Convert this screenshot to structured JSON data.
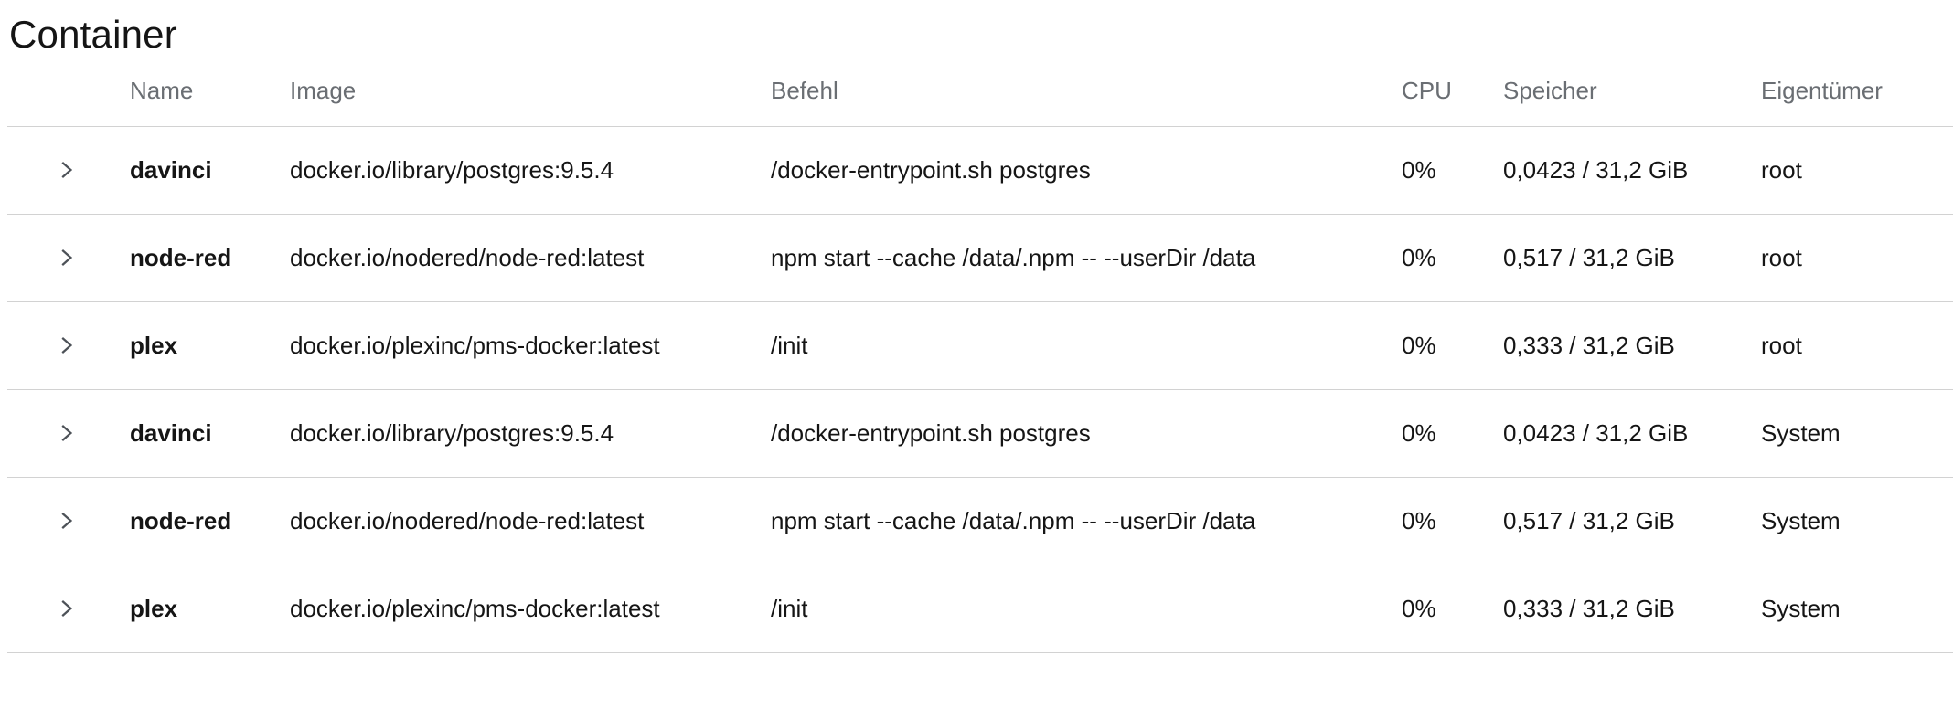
{
  "page": {
    "title": "Container"
  },
  "table": {
    "columns": {
      "name": "Name",
      "image": "Image",
      "command": "Befehl",
      "cpu": "CPU",
      "memory": "Speicher",
      "owner": "Eigentümer"
    },
    "rows": [
      {
        "name": "davinci",
        "image": "docker.io/library/postgres:9.5.4",
        "command": "/docker-entrypoint.sh postgres",
        "cpu": "0%",
        "memory": "0,0423 / 31,2 GiB",
        "owner": "root"
      },
      {
        "name": "node-red",
        "image": "docker.io/nodered/node-red:latest",
        "command": "npm start --cache /data/.npm -- --userDir /data",
        "cpu": "0%",
        "memory": "0,517 / 31,2 GiB",
        "owner": "root"
      },
      {
        "name": "plex",
        "image": "docker.io/plexinc/pms-docker:latest",
        "command": "/init",
        "cpu": "0%",
        "memory": "0,333 / 31,2 GiB",
        "owner": "root"
      },
      {
        "name": "davinci",
        "image": "docker.io/library/postgres:9.5.4",
        "command": "/docker-entrypoint.sh postgres",
        "cpu": "0%",
        "memory": "0,0423 / 31,2 GiB",
        "owner": "System"
      },
      {
        "name": "node-red",
        "image": "docker.io/nodered/node-red:latest",
        "command": "npm start --cache /data/.npm -- --userDir /data",
        "cpu": "0%",
        "memory": "0,517 / 31,2 GiB",
        "owner": "System"
      },
      {
        "name": "plex",
        "image": "docker.io/plexinc/pms-docker:latest",
        "command": "/init",
        "cpu": "0%",
        "memory": "0,333 / 31,2 GiB",
        "owner": "System"
      }
    ]
  },
  "icons": {
    "row_expand": "angle-right"
  },
  "colors": {
    "text": "#151515",
    "header_text": "#6a6e73",
    "divider": "#d2d2d2",
    "chevron": "#4d5258",
    "background": "#ffffff"
  }
}
